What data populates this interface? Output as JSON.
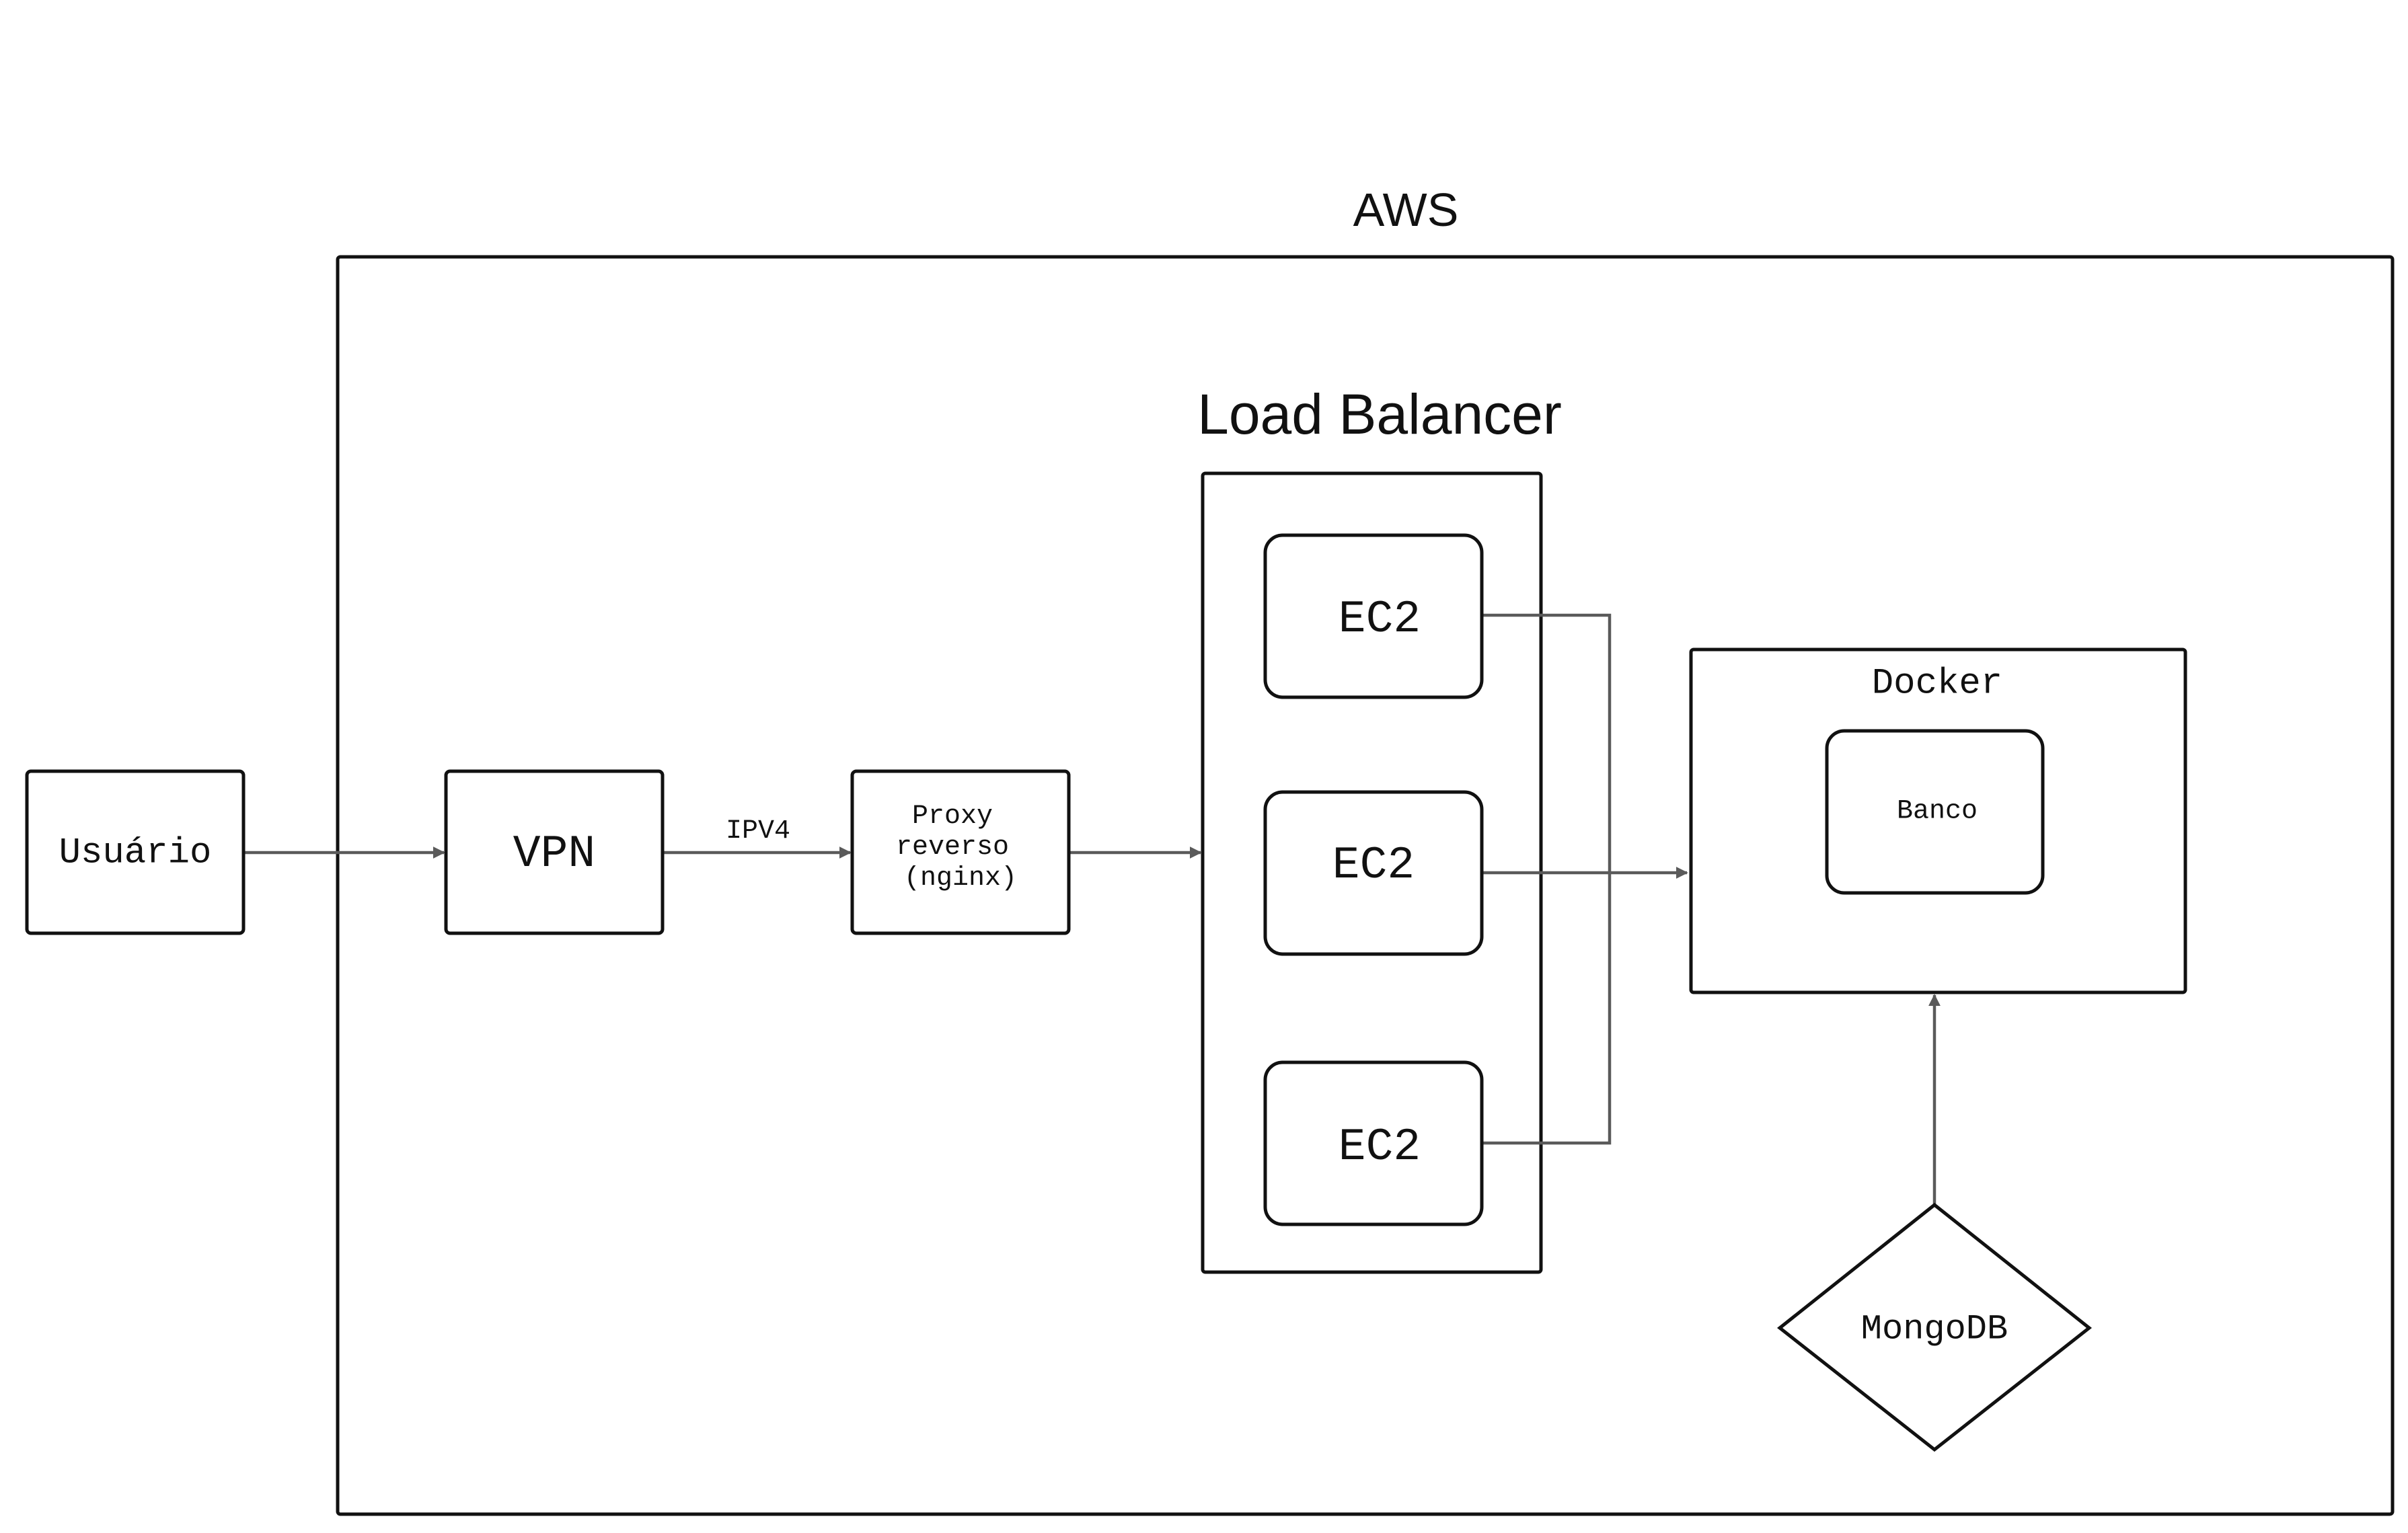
{
  "aws": {
    "label": "AWS"
  },
  "load_balancer": {
    "label": "Load Balancer"
  },
  "nodes": {
    "usuario": "Usuário",
    "vpn": "VPN",
    "proxy": [
      "Proxy",
      "reverso",
      "(nginx)"
    ],
    "ec2_top": "EC2",
    "ec2_middle": "EC2",
    "ec2_bottom": "EC2",
    "docker": "Docker",
    "banco": "Banco",
    "mongodb": "MongoDB"
  },
  "edges": {
    "vpn_to_proxy_label": "IPV4"
  },
  "colors": {
    "stroke": "#111111",
    "connector": "#5a5a5a",
    "background": "#ffffff"
  }
}
